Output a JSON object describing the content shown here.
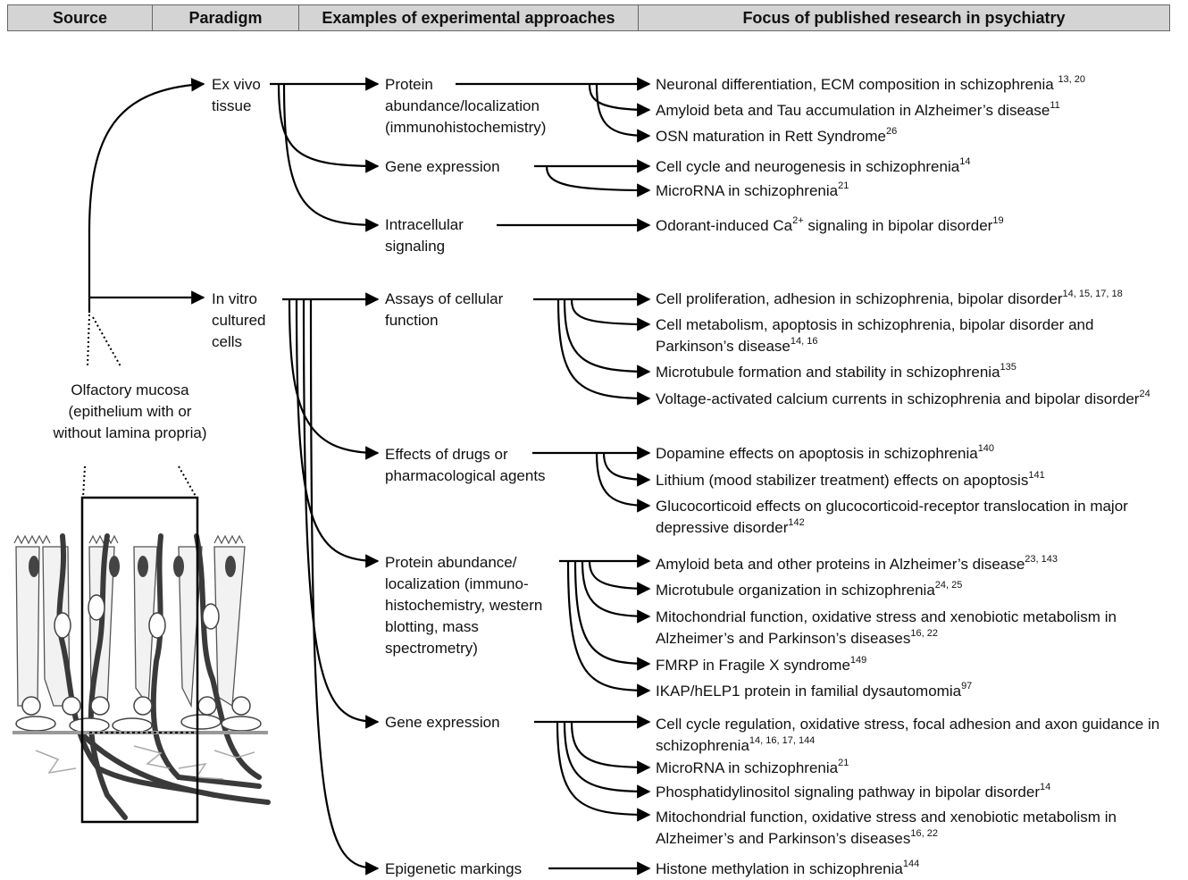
{
  "header": {
    "source": "Source",
    "paradigm": "Paradigm",
    "approaches": "Examples of experimental approaches",
    "focus": "Focus of published research in psychiatry"
  },
  "source": {
    "label": "Olfactory mucosa (epithelium with or without lamina propria)"
  },
  "paradigms": {
    "ex_vivo": "Ex vivo tissue",
    "in_vitro": "In vitro cultured cells"
  },
  "approaches": {
    "ev_protein": "Protein abundance/localization (immunohistochemistry)",
    "ev_gene": "Gene expression",
    "ev_signal": "Intracellular signaling",
    "iv_assays": "Assays of cellular function",
    "iv_drugs": "Effects of drugs or pharmacological agents",
    "iv_protein": "Protein abundance/ localization (immuno-histochemistry, western blotting, mass spectrometry)",
    "iv_gene": "Gene expression",
    "iv_epi": "Epigenetic markings"
  },
  "focus": {
    "f1": {
      "text": "Neuronal differentiation, ECM composition in schizophrenia ",
      "sup": "13, 20"
    },
    "f2": {
      "text": "Amyloid beta and Tau accumulation in Alzheimer’s disease",
      "sup": "11"
    },
    "f3": {
      "text": "OSN maturation in Rett Syndrome",
      "sup": "26"
    },
    "f4": {
      "text": "Cell cycle and neurogenesis in schizophrenia",
      "sup": "14"
    },
    "f5": {
      "text": "MicroRNA in schizophrenia",
      "sup": "21"
    },
    "f6": {
      "text_a": "Odorant-induced Ca",
      "sup_a": "2+",
      "text_b": " signaling in bipolar disorder",
      "sup": "19"
    },
    "f7": {
      "text": "Cell proliferation, adhesion in schizophrenia, bipolar disorder",
      "sup": "14, 15, 17, 18"
    },
    "f8": {
      "text": "Cell metabolism, apoptosis in schizophrenia, bipolar disorder and Parkinson’s disease",
      "sup": "14, 16"
    },
    "f9": {
      "text": "Microtubule formation and stability in schizophrenia",
      "sup": "135"
    },
    "f10": {
      "text": "Voltage-activated calcium currents in schizophrenia and bipolar disorder",
      "sup": "24"
    },
    "f11": {
      "text": "Dopamine effects on apoptosis in schizophrenia",
      "sup": "140"
    },
    "f12": {
      "text": "Lithium (mood stabilizer treatment) effects on apoptosis",
      "sup": "141"
    },
    "f13": {
      "text": "Glucocorticoid effects on glucocorticoid-receptor translocation in major depressive disorder",
      "sup": "142"
    },
    "f14": {
      "text": "Amyloid beta and other proteins in Alzheimer’s disease",
      "sup": "23, 143"
    },
    "f15": {
      "text": "Microtubule organization in schizophrenia",
      "sup": "24, 25"
    },
    "f16": {
      "text": "Mitochondrial function, oxidative stress and xenobiotic metabolism in Alzheimer’s and Parkinson’s diseases",
      "sup": "16, 22"
    },
    "f17": {
      "text": "FMRP in Fragile X syndrome",
      "sup": "149"
    },
    "f18": {
      "text": "IKAP/hELP1  protein in familial dysautomomia",
      "sup": "97"
    },
    "f19": {
      "text": "Cell cycle regulation, oxidative stress, focal adhesion and axon guidance in schizophrenia",
      "sup": "14, 16, 17, 144"
    },
    "f20": {
      "text": "MicroRNA in schizophrenia",
      "sup": "21"
    },
    "f21": {
      "text": "Phosphatidylinositol signaling pathway in bipolar disorder",
      "sup": "14"
    },
    "f22": {
      "text": "Mitochondrial function, oxidative stress and xenobiotic metabolism in Alzheimer’s and Parkinson’s diseases",
      "sup": "16, 22"
    },
    "f23": {
      "text": "Histone methylation in schizophrenia",
      "sup": "144"
    }
  }
}
